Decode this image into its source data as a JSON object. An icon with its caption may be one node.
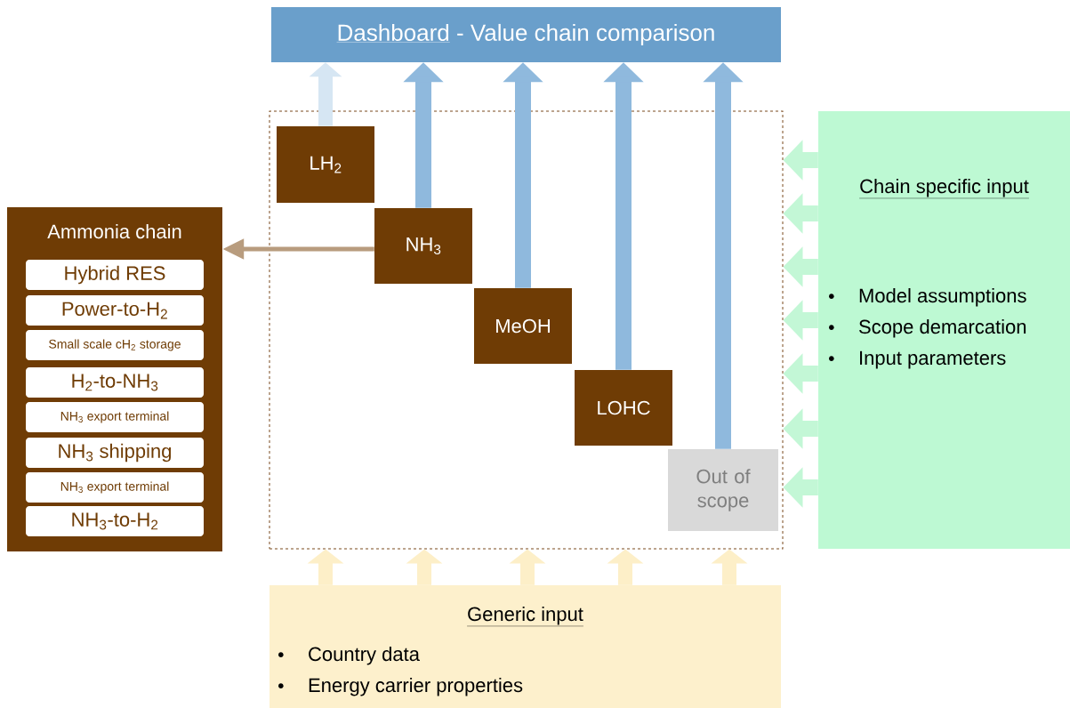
{
  "diagram": {
    "nodes": [
      {
        "text": [
          "Dashboard",
          "- Value chain comparison"
        ]
      },
      {
        "text": [],
        "shape": "box"
      },
      {
        "text": [
          "LH$_{2}$"
        ],
        "in": 1
      },
      {
        "text": [
          "NH$_{3}$"
        ],
        "in": 1
      },
      {
        "text": [
          "MeOH"
        ],
        "in": 1
      },
      {
        "text": [
          "LOHC"
        ],
        "in": 1
      },
      {
        "text": [
          "Out of scope"
        ],
        "in": 1
      },
      {
        "text": [
          "Ammonia chain"
        ]
      },
      {
        "text": [
          "Hybrid RES"
        ],
        "in": 7
      },
      {
        "text": [
          "Power-to-H$_{2}$"
        ],
        "in": 7
      },
      {
        "text": [
          "Small scale cH$_{2}$ storage"
        ],
        "in": 7
      },
      {
        "text": [
          "H$_{2}$-to-NH$_{3}$"
        ],
        "in": 7
      },
      {
        "text": [
          "NH$_{3}$ export terminal"
        ],
        "in": 7
      },
      {
        "text": [
          "NH$_{3}$ shipping"
        ],
        "in": 7
      },
      {
        "text": [
          "NH$_{3}$ export terminal"
        ],
        "in": 7
      },
      {
        "text": [
          "NH$_{3}$-to-H$_{2}$"
        ],
        "in": 7
      },
      {
        "text": [
          "Chain specific input",
          "Model assumptions",
          "Scope demarcation",
          "Input parameters"
        ]
      },
      {
        "text": [
          "Generic input",
          "Country data",
          "Energy carrier properties"
        ]
      }
    ],
    "edges": [
      {
        "from": 2,
        "to": 0,
        "arrow": "to",
        "color": "#d6e6f3"
      },
      {
        "from": 3,
        "to": 0,
        "arrow": "to",
        "color": "#8fb9dd"
      },
      {
        "from": 4,
        "to": 0,
        "arrow": "to",
        "color": "#8fb9dd"
      },
      {
        "from": 5,
        "to": 0,
        "arrow": "to",
        "color": "#8fb9dd"
      },
      {
        "from": 6,
        "to": 0,
        "arrow": "to",
        "color": "#8fb9dd"
      },
      {
        "from": 3,
        "to": 7,
        "arrow": "to",
        "color": "#b89c7e"
      },
      {
        "from": 16,
        "to": 1,
        "arrow": "to",
        "color": "#c3f7d6"
      },
      {
        "from": 16,
        "to": 1,
        "arrow": "to",
        "color": "#c3f7d6"
      },
      {
        "from": 16,
        "to": 1,
        "arrow": "to",
        "color": "#c3f7d6"
      },
      {
        "from": 16,
        "to": 1,
        "arrow": "to",
        "color": "#c3f7d6"
      },
      {
        "from": 16,
        "to": 1,
        "arrow": "to",
        "color": "#c3f7d6"
      },
      {
        "from": 16,
        "to": 1,
        "arrow": "to",
        "color": "#c3f7d6"
      },
      {
        "from": 16,
        "to": 1,
        "arrow": "to",
        "color": "#c3f7d6"
      },
      {
        "from": 17,
        "to": 1,
        "arrow": "to",
        "color": "#fdefc8"
      },
      {
        "from": 17,
        "to": 1,
        "arrow": "to",
        "color": "#fdefc8"
      },
      {
        "from": 17,
        "to": 1,
        "arrow": "to",
        "color": "#fdefc8"
      },
      {
        "from": 17,
        "to": 1,
        "arrow": "to",
        "color": "#fdefc8"
      },
      {
        "from": 17,
        "to": 1,
        "arrow": "to",
        "color": "#fdefc8"
      }
    ]
  }
}
